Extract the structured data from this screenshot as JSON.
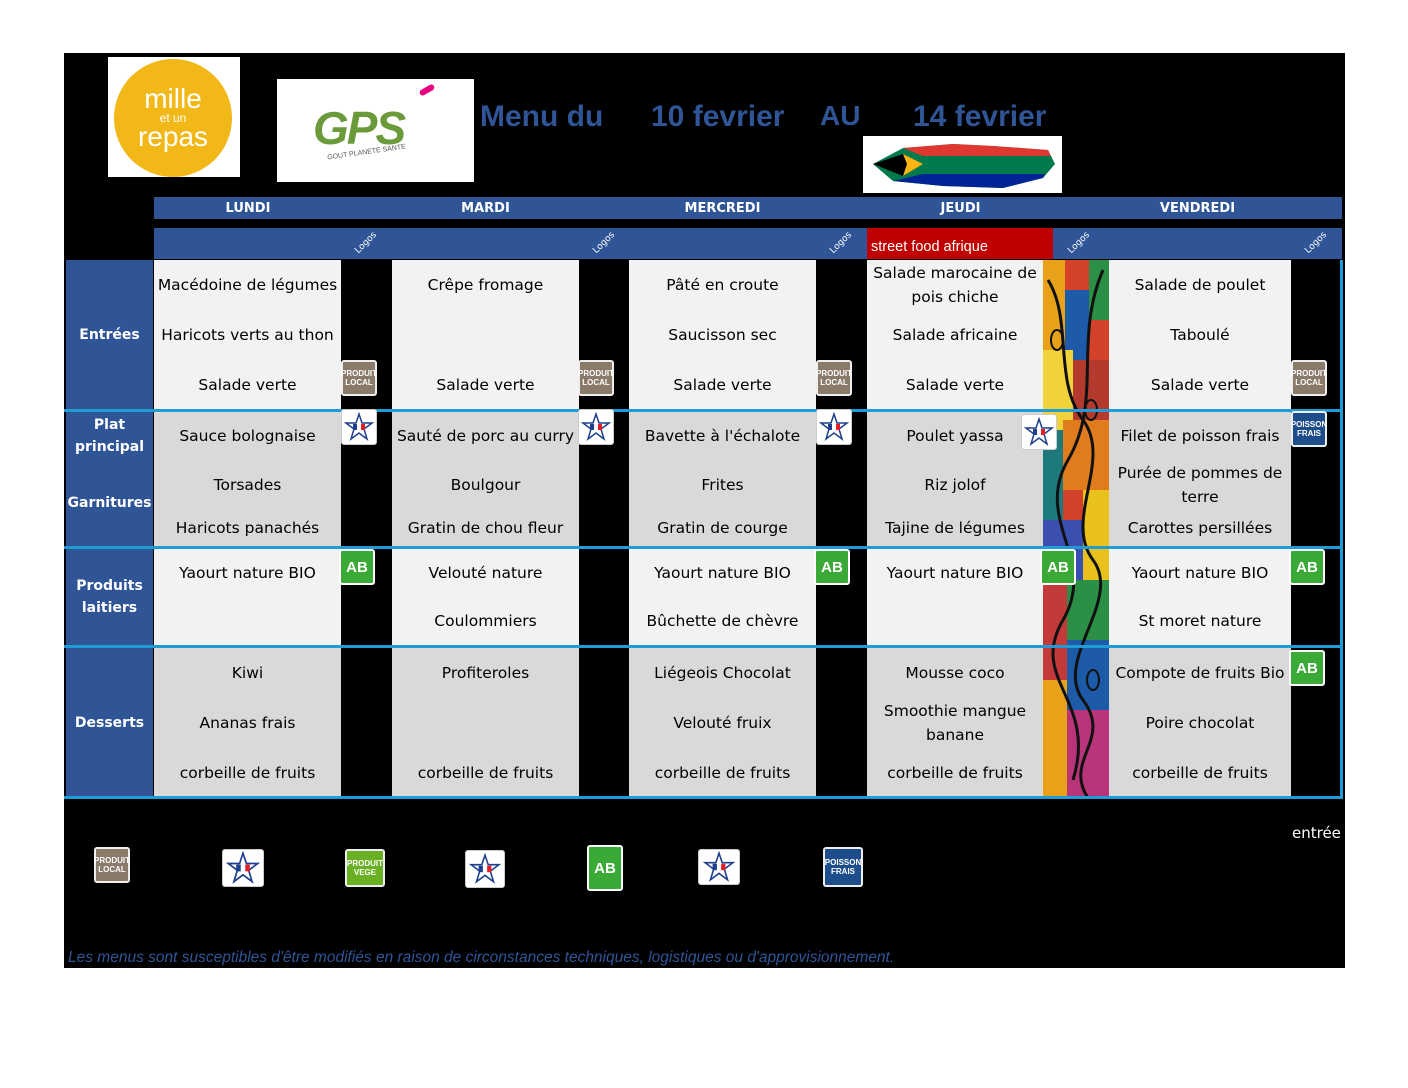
{
  "header": {
    "brand_line1": "mille",
    "brand_line2": "et un",
    "brand_line3": "repas",
    "gps_logo_text": "GPS",
    "gps_tagline": "GOUT PLANETE SANTE",
    "title_prefix": "Menu du",
    "date_from": "10 fevrier",
    "date_sep": "AU",
    "date_to": "14 fevrier"
  },
  "days": [
    "LUNDI",
    "MARDI",
    "MERCREDI",
    "JEUDI",
    "VENDREDI"
  ],
  "logos_label": "Logos",
  "theme_label": "street food afrique",
  "row_labels": {
    "entrees": "Entrées",
    "plat": "Plat principal",
    "garnitures": "Garnitures",
    "laitiers": "Produits laitiers",
    "desserts": "Desserts"
  },
  "menu": {
    "lundi": {
      "entrees": [
        "Macédoine de légumes",
        "Haricots verts au thon",
        "Salade verte"
      ],
      "plat": "Sauce bolognaise",
      "garnitures": [
        "Torsades",
        "Haricots panachés"
      ],
      "laitiers": [
        "Yaourt nature BIO",
        ""
      ],
      "desserts": [
        "Kiwi",
        "Ananas frais",
        "corbeille de fruits"
      ]
    },
    "mardi": {
      "entrees": [
        "Crêpe fromage",
        "",
        "Salade verte"
      ],
      "plat": "Sauté de porc au curry",
      "garnitures": [
        "Boulgour",
        "Gratin de chou fleur"
      ],
      "laitiers": [
        "Velouté nature",
        "Coulommiers"
      ],
      "desserts": [
        "Profiteroles",
        "",
        "corbeille de fruits"
      ]
    },
    "mercredi": {
      "entrees": [
        "Pâté en croute",
        "Saucisson  sec",
        "Salade verte"
      ],
      "plat": "Bavette à l'échalote",
      "garnitures": [
        "Frites",
        "Gratin de courge"
      ],
      "laitiers": [
        "Yaourt nature BIO",
        "Bûchette de chèvre"
      ],
      "desserts": [
        "Liégeois Chocolat",
        "Velouté fruix",
        "corbeille de fruits"
      ]
    },
    "jeudi": {
      "entrees": [
        "Salade marocaine de pois chiche",
        "Salade africaine",
        "Salade verte"
      ],
      "plat": "Poulet yassa",
      "garnitures": [
        "Riz jolof",
        "Tajine de légumes"
      ],
      "laitiers": [
        "Yaourt nature BIO",
        ""
      ],
      "desserts": [
        "Mousse coco",
        "Smoothie mangue banane",
        "corbeille de fruits"
      ]
    },
    "vendredi": {
      "entrees": [
        "Salade de poulet",
        "Taboulé",
        "Salade verte"
      ],
      "plat": "Filet de poisson frais",
      "garnitures": [
        "Purée de pommes de terre",
        "Carottes persillées"
      ],
      "laitiers": [
        "Yaourt nature BIO",
        "St moret nature"
      ],
      "desserts": [
        "Compote de fruits Bio",
        "Poire chocolat",
        "corbeille de fruits"
      ]
    }
  },
  "badges": {
    "produit_local": "PRODUIT LOCAL",
    "produit_vege": "PRODUIT VEGE",
    "ab": "AB",
    "poisson_frais": "POISSON FRAIS",
    "viande_fr": "VIANDE FRANÇAISE"
  },
  "corner_label": "entrée",
  "footer_note": "Les menus sont susceptibles d'être modifiés en raison de circonstances techniques, logistiques ou d'approvisionnement.",
  "colors": {
    "header_blue": "#2f5597",
    "separator": "#1f9bd6",
    "theme_red": "#c00000"
  }
}
